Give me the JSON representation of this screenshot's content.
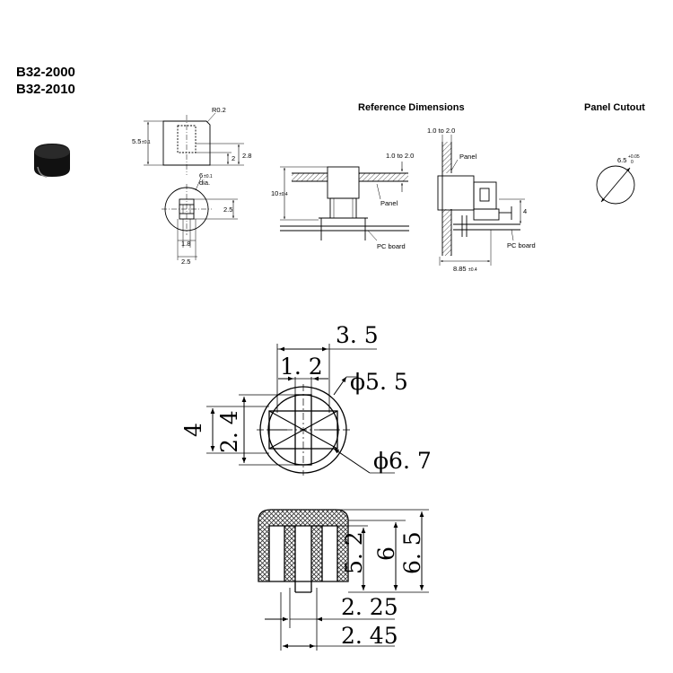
{
  "models": [
    "B32-2000",
    "B32-2010"
  ],
  "headers": {
    "reference_dimensions": "Reference Dimensions",
    "panel_cutout": "Panel Cutout"
  },
  "top_dims": {
    "r02": "R0.2",
    "h55": "5.5",
    "h55_tol": "±0.1",
    "d2": "2",
    "d28": "2.8",
    "dia6": "6",
    "dia6_tol": "±0.1",
    "dia_word": "dia.",
    "d25_side": "2.5",
    "d18": "1.8",
    "d25_bottom": "2.5"
  },
  "ref_dims": {
    "panel_range_1": "1.0 to 2.0",
    "h10": "10",
    "h10_tol": "±0.4",
    "panel_1": "Panel",
    "pcb_1": "PC board",
    "panel_range_2": "1.0 to 2.0",
    "panel_2": "Panel",
    "d4": "4",
    "pcb_2": "PC board",
    "w885": "8.85",
    "w885_tol": "±0.4"
  },
  "cutout": {
    "dia": "6.5",
    "tol_plus": "+0.05",
    "tol_minus": "0"
  },
  "big_dims": {
    "w35": "3. 5",
    "w12": "1. 2",
    "phi55": "ϕ5. 5",
    "h4": "4",
    "h24": "2. 4",
    "phi67": "ϕ6. 7",
    "h52": "5. 2",
    "h6": "6",
    "h65": "6. 5",
    "w225": "2. 25",
    "w245": "2. 45"
  }
}
